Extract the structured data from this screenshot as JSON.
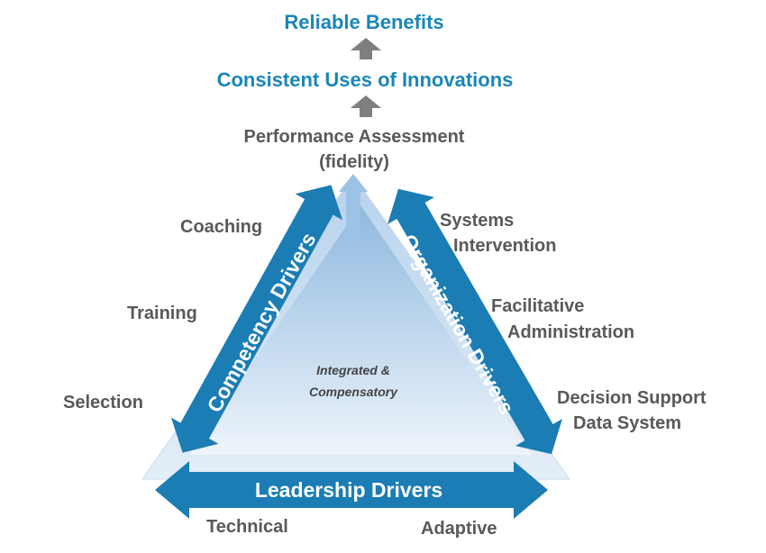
{
  "top": {
    "reliable_benefits": "Reliable Benefits",
    "consistent_uses": "Consistent Uses of Innovations",
    "performance_line1": "Performance Assessment",
    "performance_line2": "(fidelity)"
  },
  "center": {
    "line1": "Integrated  &",
    "line2": "Compensatory"
  },
  "drivers": {
    "competency": "Competency Drivers",
    "organization": "Organization Drivers",
    "leadership": "Leadership Drivers"
  },
  "competency_items": {
    "coaching": "Coaching",
    "training": "Training",
    "selection": "Selection"
  },
  "organization_items": {
    "systems_line1": "Systems",
    "systems_line2": "Intervention",
    "facilitative_line1": "Facilitative",
    "facilitative_line2": "Administration",
    "decision_line1": "Decision Support",
    "decision_line2": "Data System"
  },
  "leadership_items": {
    "technical": "Technical",
    "adaptive": "Adaptive"
  },
  "colors": {
    "title_blue": "#1a86b8",
    "arrow_blue": "#1b7db4",
    "grey_text": "#595959",
    "up_arrow_grey": "#7f7f7f"
  }
}
